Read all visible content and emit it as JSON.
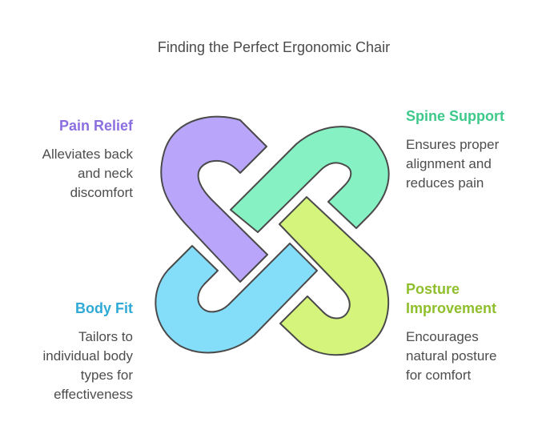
{
  "title": "Finding the Perfect Ergonomic Chair",
  "items": [
    {
      "heading": "Pain Relief",
      "heading_lines": [
        "Pain Relief"
      ],
      "desc_lines": [
        "Alleviates back",
        "and neck",
        "discomfort"
      ],
      "color": "#8b6fe0",
      "fill": "#b9a6fb"
    },
    {
      "heading": "Spine Support",
      "heading_lines": [
        "Spine Support"
      ],
      "desc_lines": [
        "Ensures proper",
        "alignment and",
        "reduces pain"
      ],
      "color": "#3ec98b",
      "fill": "#86f2c4"
    },
    {
      "heading": "Body Fit",
      "heading_lines": [
        "Body Fit"
      ],
      "desc_lines": [
        "Tailors to",
        "individual body",
        "types for",
        "effectiveness"
      ],
      "color": "#2fa9d6",
      "fill": "#84def9"
    },
    {
      "heading": "Posture Improvement",
      "heading_lines": [
        "Posture",
        "Improvement"
      ],
      "desc_lines": [
        "Encourages",
        "natural posture",
        "for comfort"
      ],
      "color": "#8fbf2c",
      "fill": "#d4f47c"
    }
  ]
}
